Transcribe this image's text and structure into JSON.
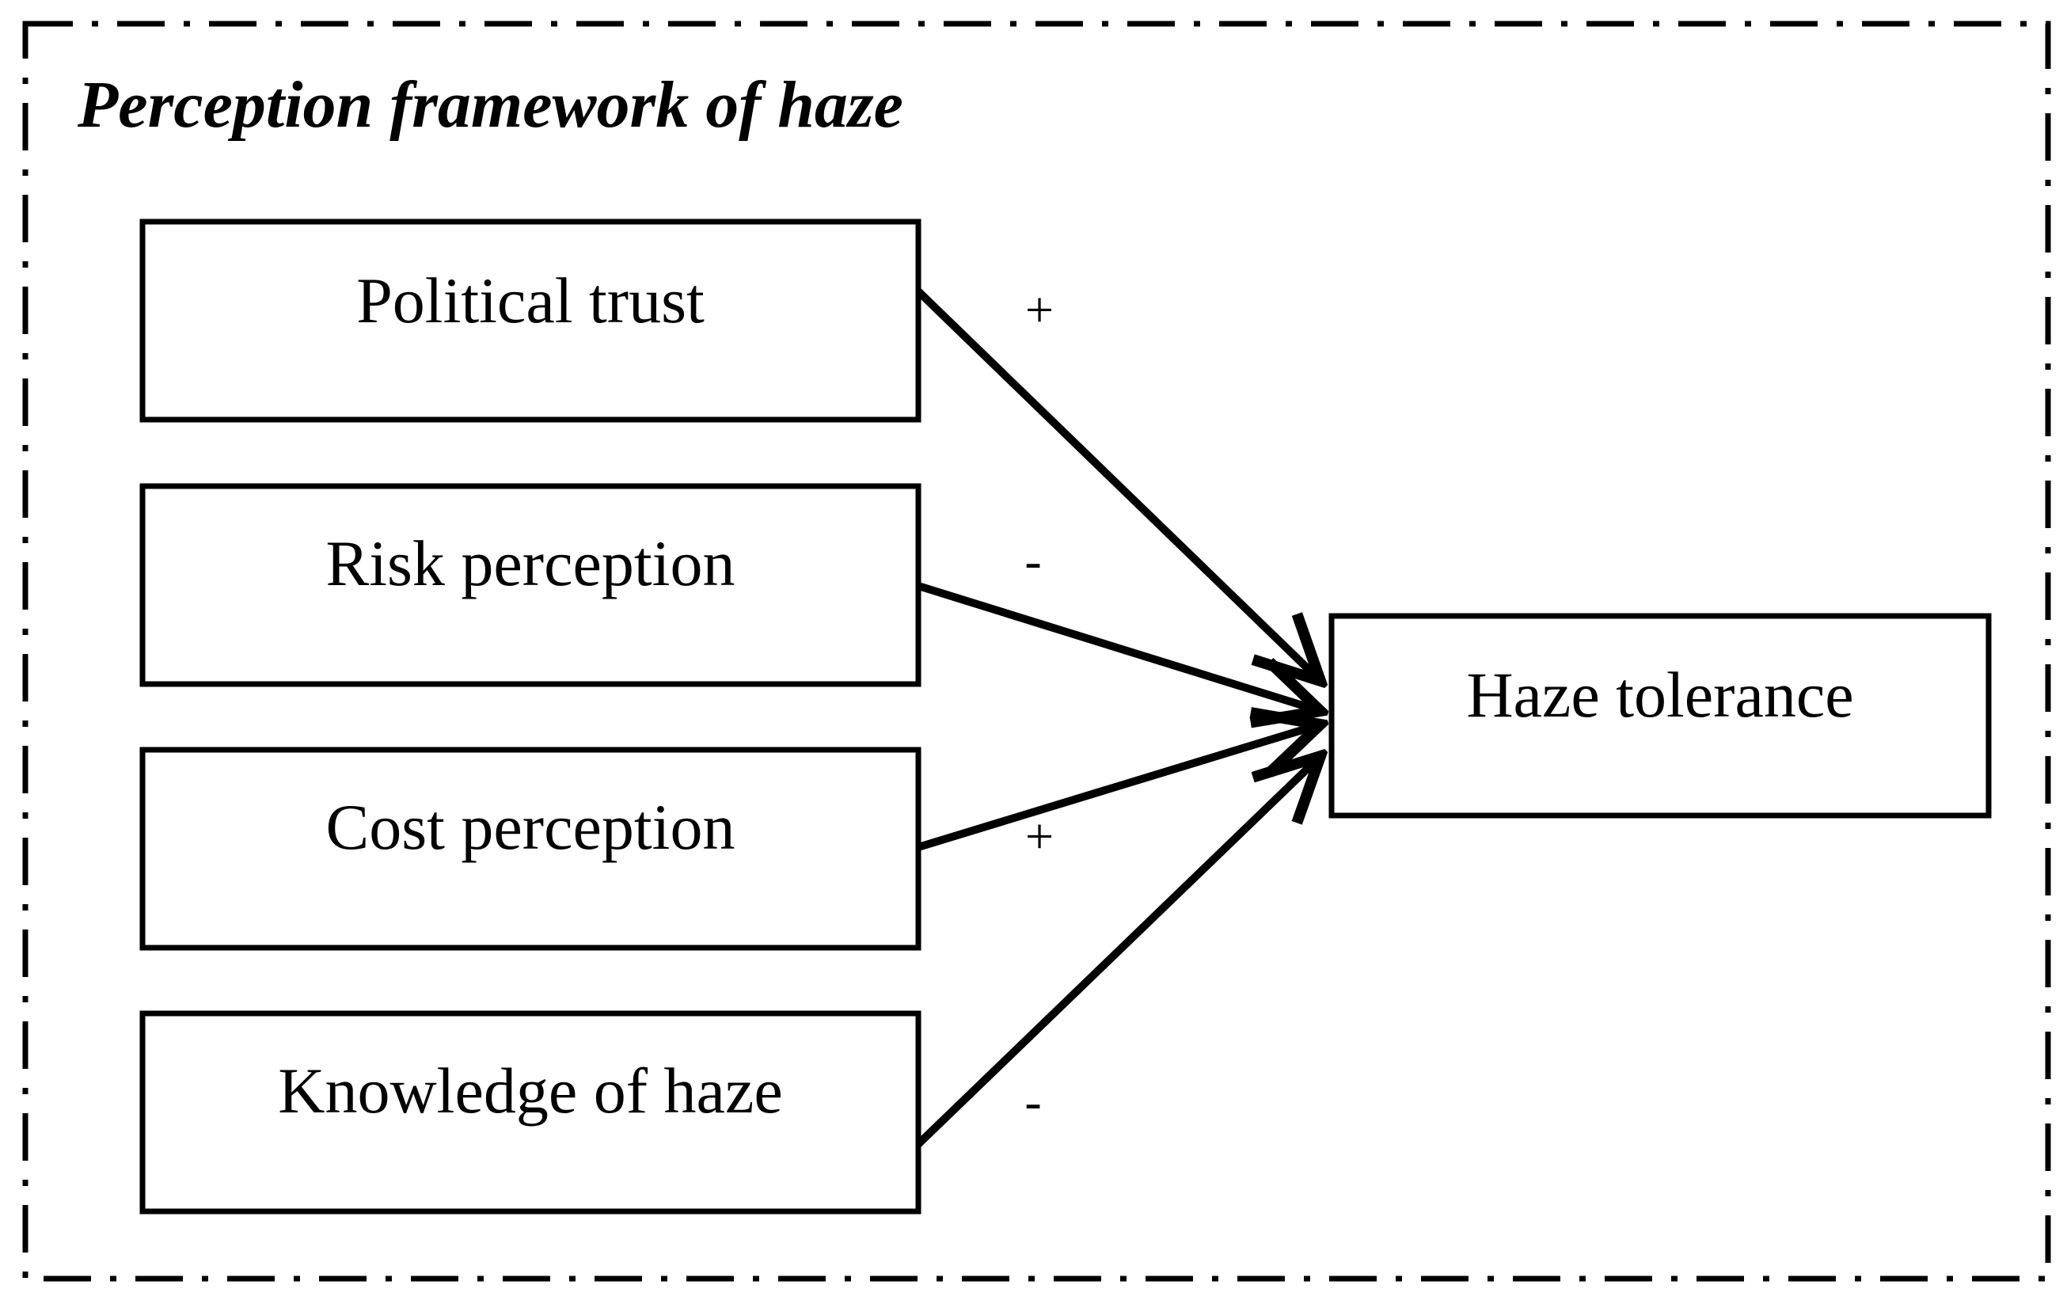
{
  "title": "Perception framework of haze",
  "inputs": [
    {
      "label": "Political trust",
      "sign": "+"
    },
    {
      "label": "Risk perception",
      "sign": "-"
    },
    {
      "label": "Cost perception",
      "sign": "+"
    },
    {
      "label": "Knowledge of haze",
      "sign": "-"
    }
  ],
  "outcome": {
    "label": "Haze tolerance"
  }
}
